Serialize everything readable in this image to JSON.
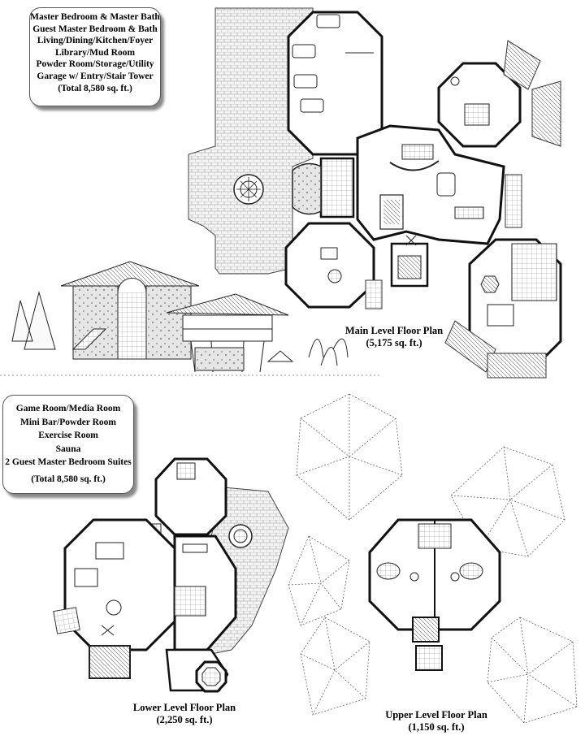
{
  "main_level": {
    "features": [
      "Master Bedroom & Master Bath",
      "Guest Master Bedroom & Bath",
      "Living/Dining/Kitchen/Foyer",
      "Library/Mud Room",
      "Powder Room/Storage/Utility",
      "Garage w/ Entry/Stair Tower",
      "(Total 8,580 sq. ft.)"
    ],
    "title": "Main Level Floor Plan",
    "area": "(5,175 sq. ft.)"
  },
  "lower_level": {
    "features": [
      "Game Room/Media Room",
      "Mini Bar/Powder Room",
      "Exercise Room",
      "Sauna",
      "2 Guest Master Bedroom Suites",
      "(Total 8,580 sq. ft.)"
    ],
    "title": "Lower Level Floor Plan",
    "area": "(2,250 sq. ft.)"
  },
  "upper_level": {
    "title": "Upper Level Floor Plan",
    "area": "(1,150 sq. ft.)"
  }
}
